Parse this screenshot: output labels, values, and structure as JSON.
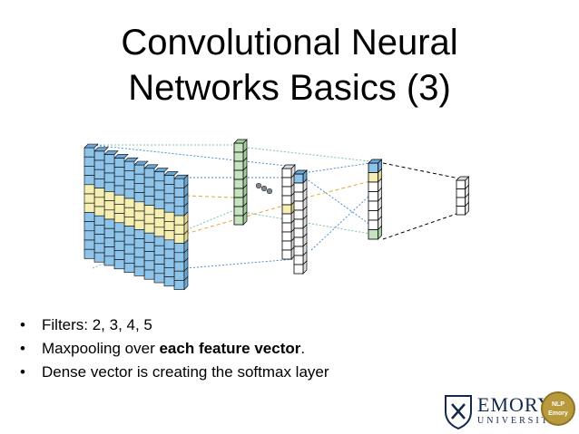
{
  "title": {
    "line1": "Convolutional Neural",
    "line2": "Networks Basics (3)"
  },
  "bullets": [
    {
      "text": "Filters: 2, 3, 4, 5",
      "bold": "",
      "suffix": ""
    },
    {
      "text": "Maxpooling over ",
      "bold": "each feature vector",
      "suffix": "."
    },
    {
      "text": "Dense vector is creating the softmax layer",
      "bold": "",
      "suffix": ""
    }
  ],
  "bullet_glyph": "•",
  "logo": {
    "name": "EMORY",
    "subtitle": "UNIVERSITY",
    "badge_line1": "NLP",
    "badge_line2": "Emory"
  },
  "colors": {
    "cell_blue": "#8fc4ea",
    "cell_yellow": "#f6efb4",
    "cell_green": "#c6e3c0",
    "cell_white": "#ffffff",
    "blue_dotted": "#4a8fd0",
    "orange_dashed": "#e8a43a",
    "green_dotted": "#7fc1a8",
    "black_dashed": "#000000",
    "logo_navy": "#14284b",
    "logo_gold": "#b89a3c"
  },
  "diagram": {
    "input_matrix_rows": [
      "blue",
      "blue",
      "blue",
      "blue",
      "yellow",
      "yellow",
      "yellow",
      "blue",
      "blue",
      "blue",
      "blue",
      "blue"
    ],
    "feature_map_green_cells": 9,
    "feature_map_dot_count": 3,
    "pooled_vector_1_cells": [
      "white",
      "white",
      "white",
      "white",
      "yellow",
      "white",
      "white",
      "white",
      "white",
      "white"
    ],
    "pooled_vector_2_cells": [
      "blue",
      "white",
      "white",
      "white",
      "white",
      "white",
      "white",
      "white",
      "white",
      "white",
      "white"
    ],
    "concat_vector_cells": [
      "blue",
      "yellow",
      "white",
      "white",
      "white",
      "white",
      "white",
      "green"
    ],
    "softmax_cells": 4
  }
}
